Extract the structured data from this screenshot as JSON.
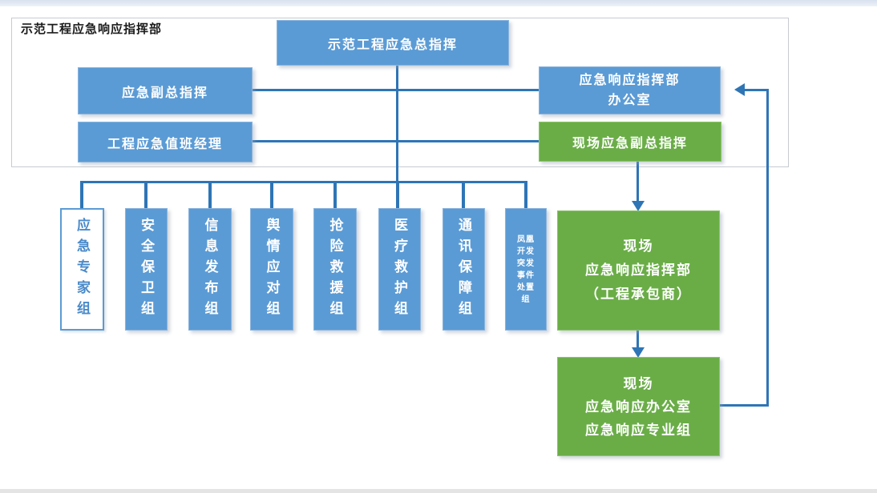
{
  "page": {
    "title_label": "示范工程应急响应指挥部"
  },
  "colors": {
    "node_blue": "#5B9BD5",
    "node_green": "#6AAD47",
    "connector_blue": "#2E75B6",
    "white_node_text": "#4A8AC9",
    "panel_border": "#C7CBD0"
  },
  "nodes": {
    "top_commander": {
      "label": "示范工程应急总指挥"
    },
    "deputy_commander": {
      "label": "应急副总指挥"
    },
    "duty_manager": {
      "label": "工程应急值班经理"
    },
    "hq_office": {
      "label": "应急响应指挥部\n办公室"
    },
    "site_deputy_commander": {
      "label": "现场应急副总指挥"
    },
    "expert_group": {
      "label": "应急专家组"
    },
    "security_group": {
      "label": "安全保卫组"
    },
    "info_release_group": {
      "label": "信息发布组"
    },
    "public_opinion_group": {
      "label": "舆情应对组"
    },
    "rescue_group": {
      "label": "抢险救援组"
    },
    "medical_group": {
      "label": "医疗救护组"
    },
    "comms_group": {
      "label": "通讯保障组"
    },
    "fenghuang_incident_group": {
      "label": "凤凰开发突发事件处置组"
    },
    "site_hq": {
      "label": "现场\n应急响应指挥部\n（工程承包商）"
    },
    "site_office": {
      "label": "现场\n应急响应办公室\n应急响应专业组"
    }
  }
}
